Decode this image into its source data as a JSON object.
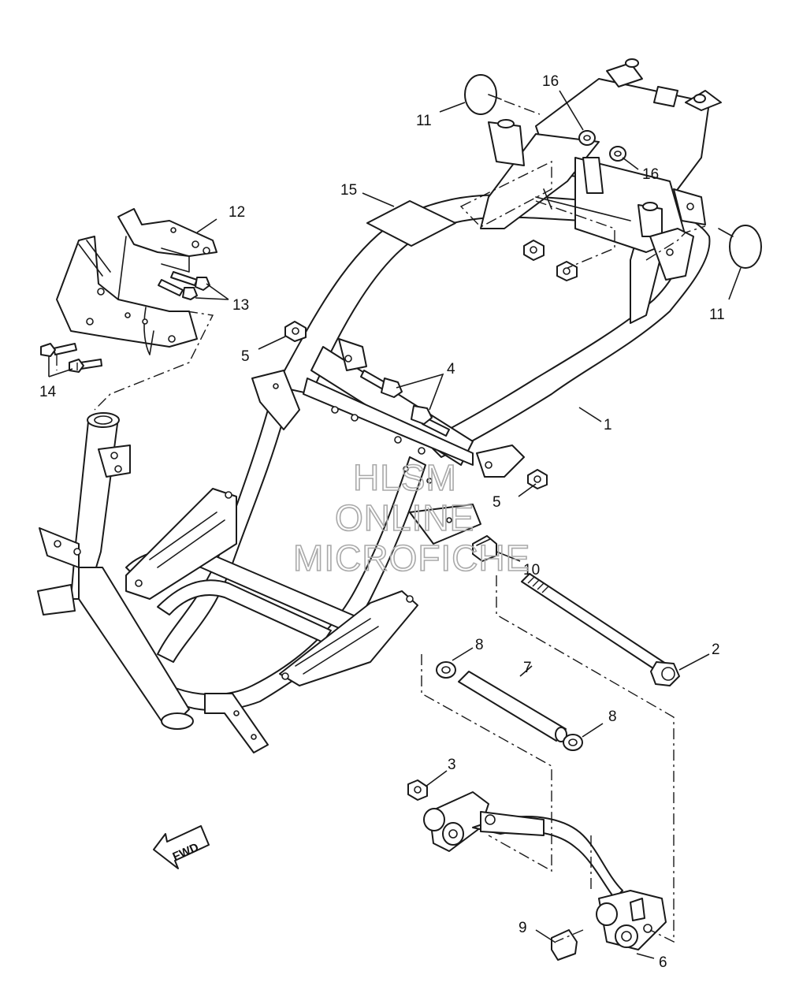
{
  "callouts": {
    "c1": "1",
    "c2": "2",
    "c3": "3",
    "c4": "4",
    "c5a": "5",
    "c5b": "5",
    "c6": "6",
    "c7": "7",
    "c8a": "8",
    "c8b": "8",
    "c9": "9",
    "c10": "10",
    "c11a": "11",
    "c11b": "11",
    "c12": "12",
    "c13": "13",
    "c14": "14",
    "c15": "15",
    "c16a": "16",
    "c16b": "16"
  },
  "watermark": {
    "line1": "HLSM",
    "line2": "ONLINE",
    "line3": "MICROFICHE"
  },
  "direction_arrow": {
    "label": "FWD"
  }
}
